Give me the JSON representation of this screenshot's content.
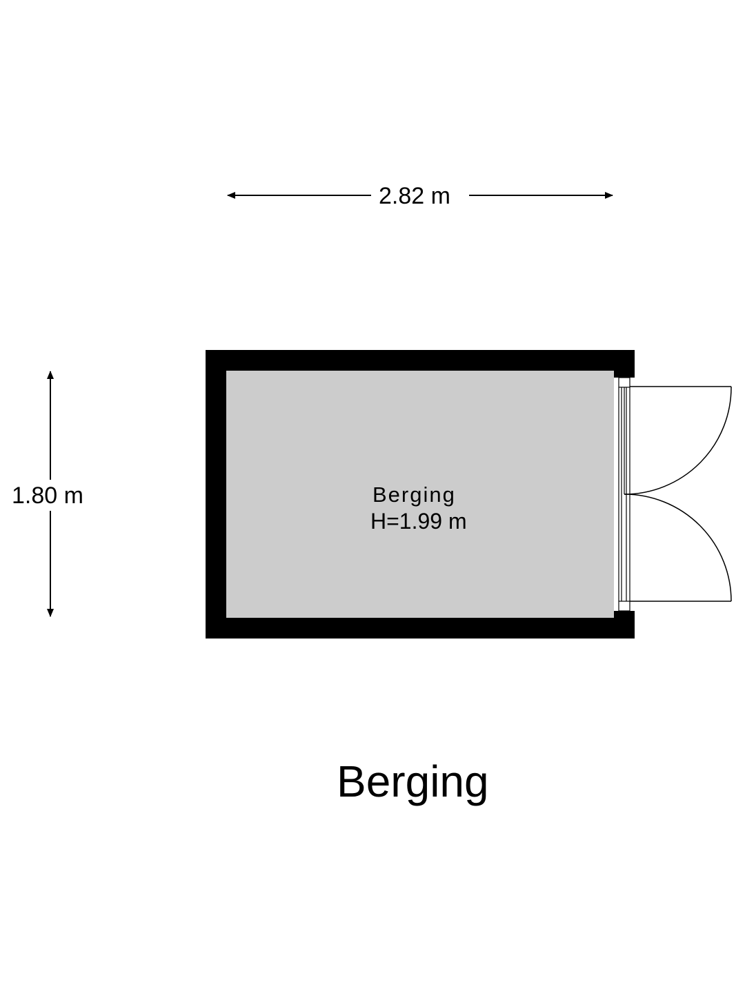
{
  "dimensions": {
    "width_label": "2.82 m",
    "height_label": "1.80 m"
  },
  "room": {
    "name": "Berging",
    "height_label": "H=1.99 m",
    "fill_color": "#cccccc",
    "wall_color": "#000000"
  },
  "floor_title": "Berging"
}
